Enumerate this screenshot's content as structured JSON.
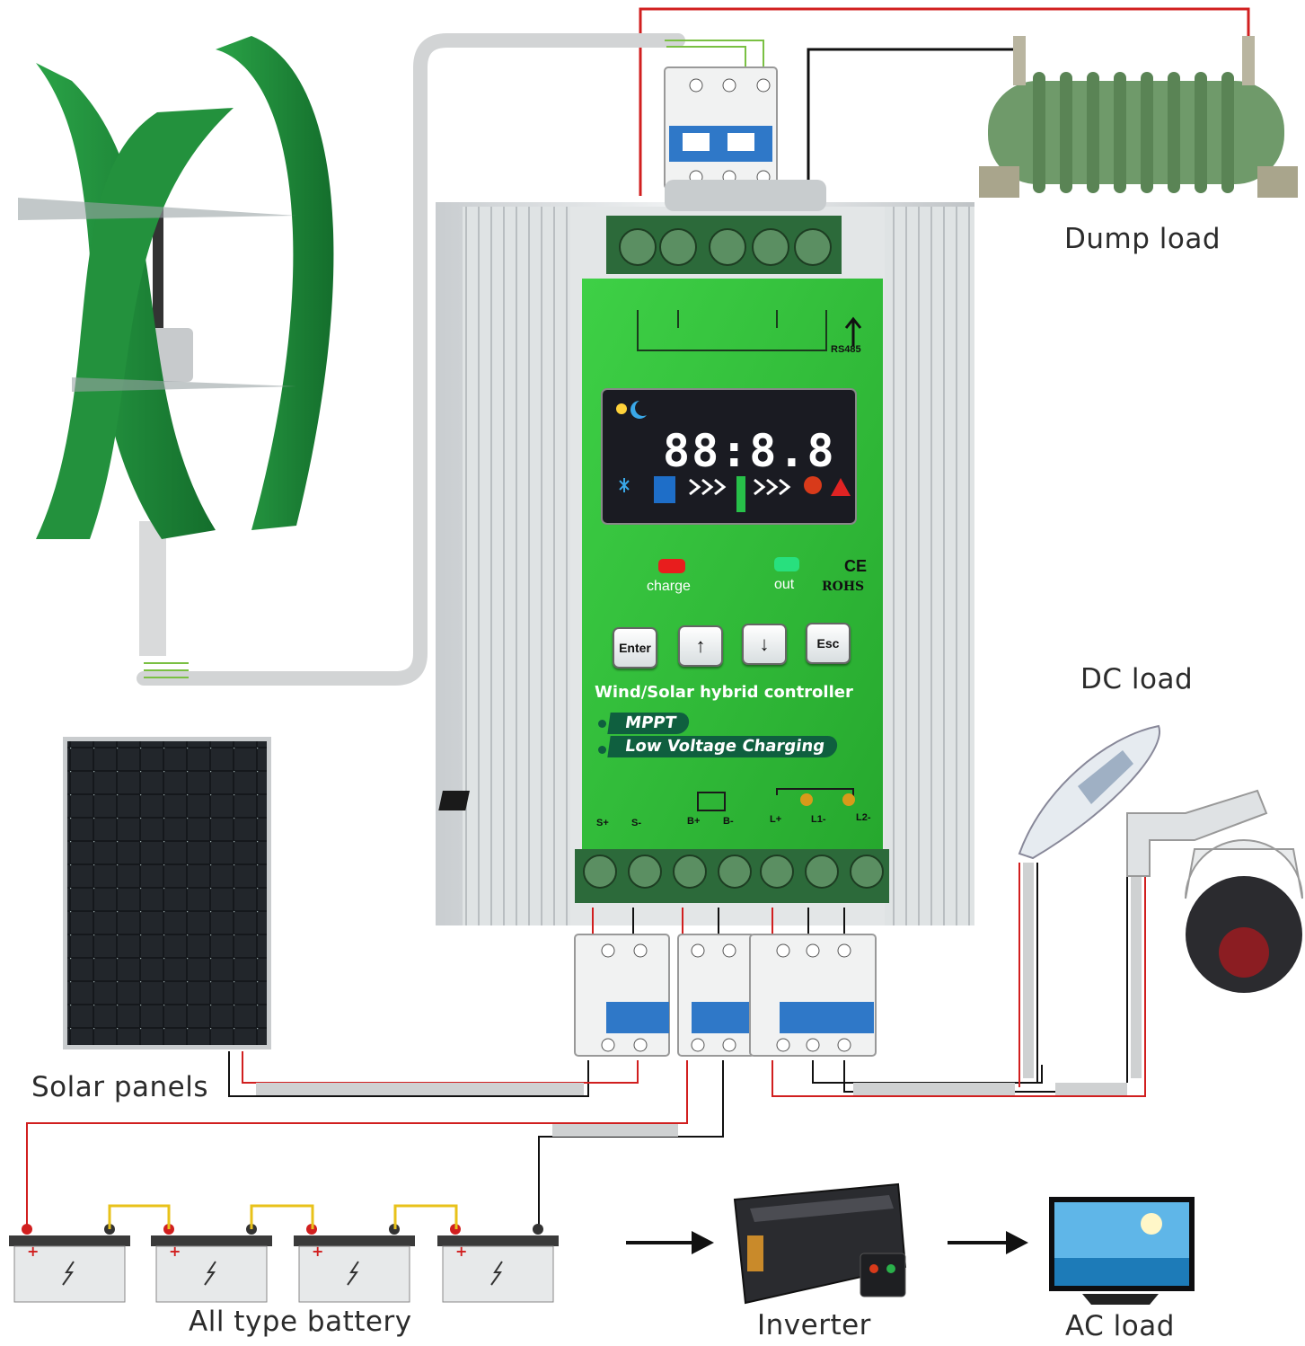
{
  "labels": {
    "dump_load": "Dump load",
    "dc_load": "DC load",
    "solar_panels": "Solar panels",
    "battery": "All type battery",
    "inverter": "Inverter",
    "ac_load": "AC load"
  },
  "controller": {
    "title": "Wind/Solar hybrid controller",
    "feature_1": "MPPT",
    "feature_2": "Low Voltage Charging",
    "charge_label": "charge",
    "out_label": "out",
    "cert": "CE",
    "rohs": "ROHS",
    "rs485": "RS485",
    "display_digits": "88:8.8",
    "buttons": {
      "enter": "Enter",
      "up": "↑",
      "down": "↓",
      "esc": "Esc"
    },
    "terminals": {
      "s_plus": "S+",
      "s_minus": "S-",
      "b_plus": "B+",
      "b_minus": "B-",
      "l_plus": "L+",
      "l1_minus": "L1-",
      "l2_minus": "L2-"
    }
  },
  "colors": {
    "controller_green": "#2fc237",
    "wire_red": "#d11f1f",
    "wire_black": "#111111",
    "wire_yellow": "#e8c21a",
    "turbine_green": "#1f8c3a",
    "breaker_blue": "#2f78c8"
  }
}
